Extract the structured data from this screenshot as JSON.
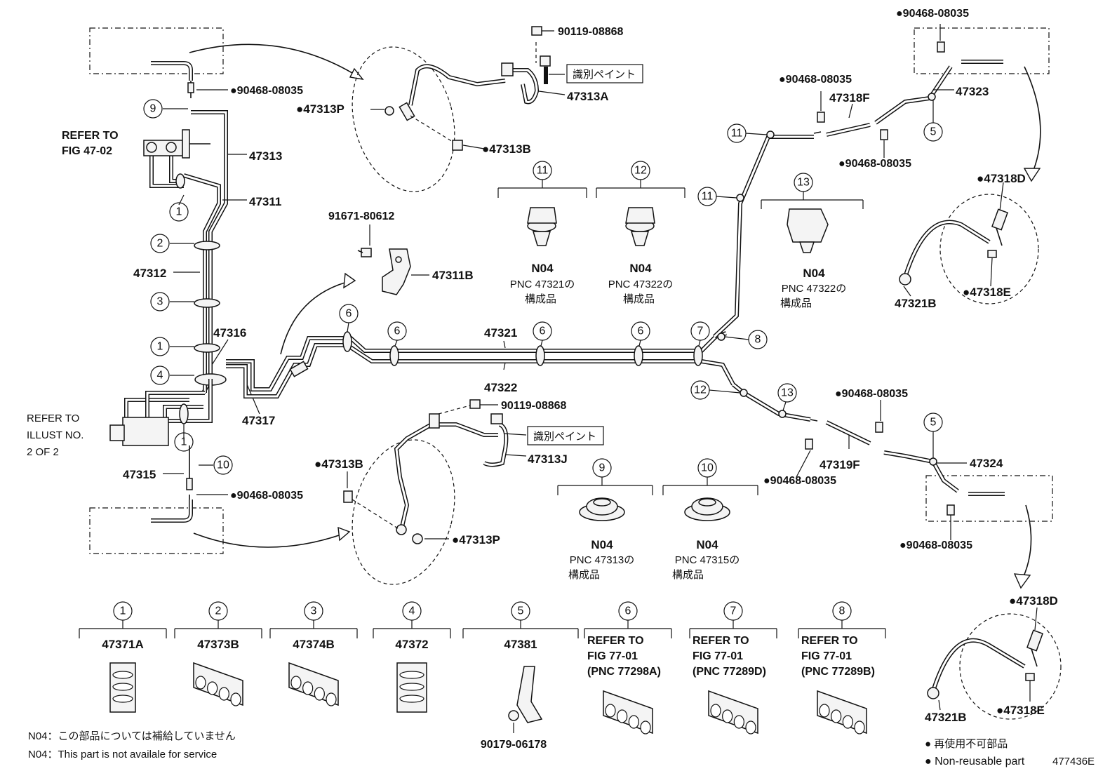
{
  "diagram_id": "477436E",
  "refer_fig_47_02": [
    "REFER TO",
    "FIG 47-02"
  ],
  "refer_illust": [
    "REFER TO",
    "ILLUST NO.",
    "2 OF 2"
  ],
  "parts": {
    "p47313": "47313",
    "p47311": "47311",
    "p47312": "47312",
    "p47316": "47316",
    "p47317": "47317",
    "p47315": "47315",
    "p47321": "47321",
    "p47322": "47322",
    "p47311B": "47311B",
    "p91671": "91671-80612",
    "p47313A": "47313A",
    "p47313J": "47313J",
    "p47313P_top": "●47313P",
    "p47313B_top": "●47313B",
    "p47313B_bot": "●47313B",
    "p47313P_bot": "●47313P",
    "p90119_top": "90119-08868",
    "p90119_bot": "90119-08868",
    "paint_top": "識別ペイント",
    "paint_bot": "識別ペイント",
    "p90468_a": "●90468-08035",
    "p90468_b": "●90468-08035",
    "p90468_c": "●90468-08035",
    "p90468_d": "●90468-08035",
    "p90468_e": "●90468-08035",
    "p90468_f": "●90468-08035",
    "p90468_g": "●90468-08035",
    "p90468_h": "●90468-08035",
    "p47318F": "47318F",
    "p47323": "47323",
    "p47318D_a": "●47318D",
    "p47321B_a": "47321B",
    "p47318E_a": "●47318E",
    "p47319F": "47319F",
    "p47324": "47324",
    "p47318D_b": "●47318D",
    "p47321B_b": "47321B",
    "p47318E_b": "●47318E"
  },
  "clip_groups": [
    {
      "num": "11",
      "code": "N04",
      "pnc": "PNC 47321の",
      "sub": "構成品"
    },
    {
      "num": "12",
      "code": "N04",
      "pnc": "PNC 47322の",
      "sub": "構成品"
    },
    {
      "num": "13",
      "code": "N04",
      "pnc": "PNC 47322の",
      "sub": "構成品"
    },
    {
      "num": "9",
      "code": "N04",
      "pnc": "PNC 47313の",
      "sub": "構成品"
    },
    {
      "num": "10",
      "code": "N04",
      "pnc": "PNC 47315の",
      "sub": "構成品"
    }
  ],
  "legend_parts": [
    {
      "num": "1",
      "label": "47371A"
    },
    {
      "num": "2",
      "label": "47373B"
    },
    {
      "num": "3",
      "label": "47374B"
    },
    {
      "num": "4",
      "label": "47372"
    },
    {
      "num": "5",
      "label": "47381",
      "extra": "90179-06178"
    },
    {
      "num": "6",
      "ref": [
        "REFER TO",
        "FIG 77-01",
        "(PNC 77298A)"
      ]
    },
    {
      "num": "7",
      "ref": [
        "REFER TO",
        "FIG 77-01",
        "(PNC 77289D)"
      ]
    },
    {
      "num": "8",
      "ref": [
        "REFER TO",
        "FIG 77-01",
        "(PNC 77289B)"
      ]
    }
  ],
  "callouts": [
    "9",
    "2",
    "3",
    "1",
    "1",
    "4",
    "1",
    "10",
    "6",
    "6",
    "6",
    "6",
    "7",
    "8",
    "11",
    "11",
    "12",
    "13",
    "5",
    "5"
  ],
  "footnotes": {
    "jp": "N04：この部品については補給していません",
    "en": "N04：This part is not availale for service"
  },
  "legend_marks": {
    "jp": "● 再使用不可部品",
    "en": "● Non-reusable part"
  }
}
